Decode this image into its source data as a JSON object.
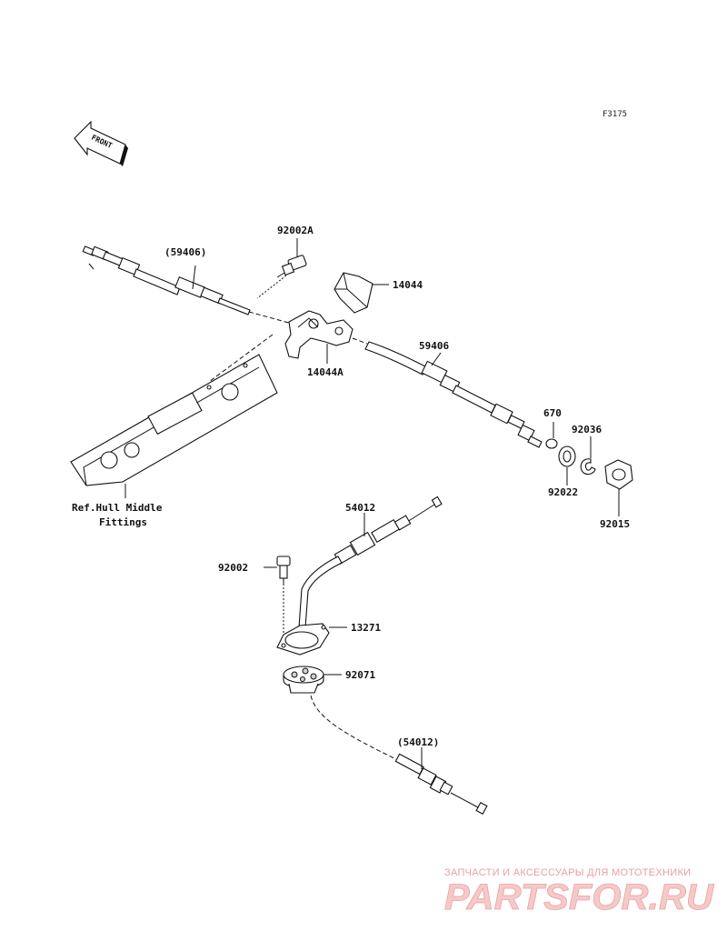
{
  "diagram_code": "F3175",
  "front_marker": "FRONT",
  "labels": {
    "p59406_ref": "(59406)",
    "p92002A": "92002A",
    "p14044": "14044",
    "p14044A": "14044A",
    "p59406": "59406",
    "p670": "670",
    "p92036": "92036",
    "p92022": "92022",
    "p92015": "92015",
    "p54012": "54012",
    "p92002": "92002",
    "p13271": "13271",
    "p92071": "92071",
    "p54012_ref": "(54012)"
  },
  "ref_note": {
    "line1": "Ref.Hull Middle",
    "line2": "Fittings"
  },
  "watermark": {
    "tagline": "ЗАПЧАСТИ И АКСЕССУАРЫ ДЛЯ МОТОТЕХНИКИ",
    "brand": "PARTSFOR.RU"
  }
}
